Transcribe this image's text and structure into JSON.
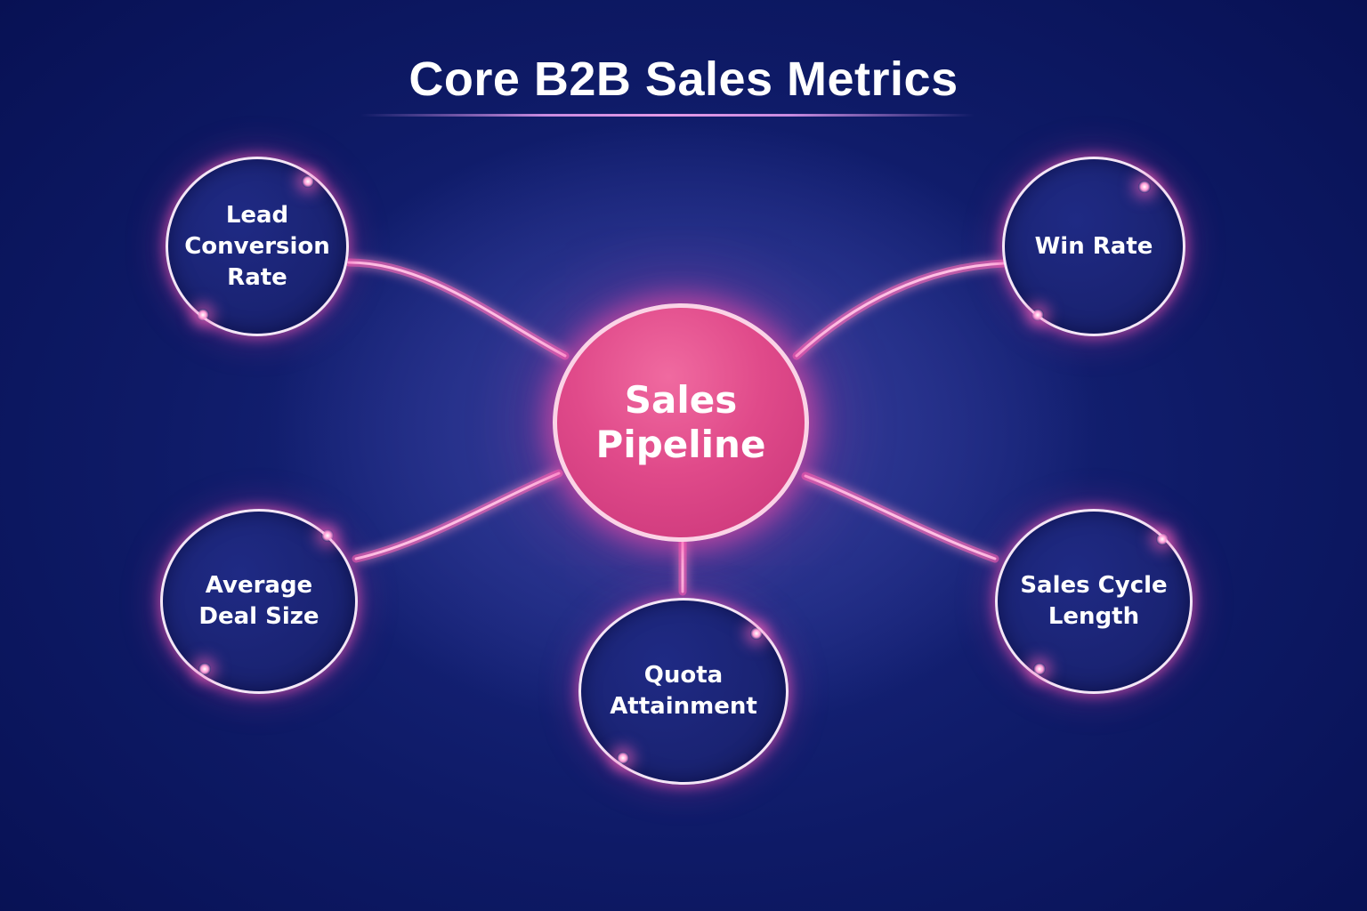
{
  "title": "Core B2B Sales Metrics",
  "center": {
    "label": "Sales\nPipeline"
  },
  "metrics": [
    {
      "id": "lead-conversion-rate",
      "label": "Lead\nConversion\nRate"
    },
    {
      "id": "win-rate",
      "label": "Win Rate"
    },
    {
      "id": "average-deal-size",
      "label": "Average\nDeal Size"
    },
    {
      "id": "quota-attainment",
      "label": "Quota\nAttainment"
    },
    {
      "id": "sales-cycle-length",
      "label": "Sales Cycle\nLength"
    }
  ],
  "colors": {
    "background": "#0e1a66",
    "center_fill": "#e04a8a",
    "node_fill": "#1a2373",
    "connector": "#ff6fbf",
    "ring": "#f4e6f6"
  }
}
